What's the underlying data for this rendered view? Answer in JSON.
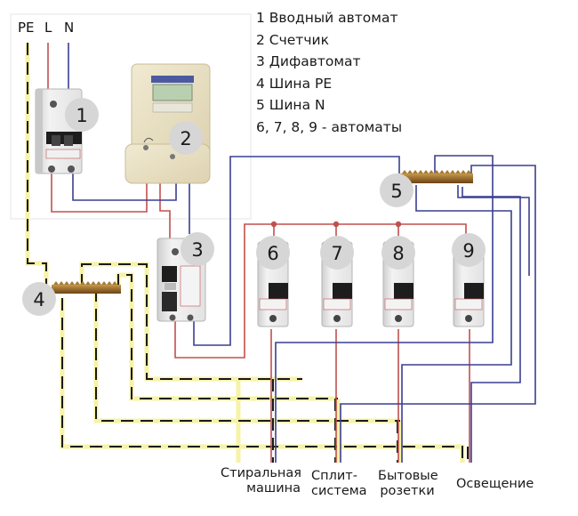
{
  "legend": [
    "1 Вводный автомат",
    "2 Счетчик",
    "3 Дифавтомат",
    "4 Шина PE",
    "5 Шина N",
    "6, 7, 8, 9 - автоматы"
  ],
  "input_wires": {
    "pe": "PE",
    "l": "L",
    "n": "N"
  },
  "components": [
    {
      "number": "1",
      "type": "input-breaker"
    },
    {
      "number": "2",
      "type": "electricity-meter"
    },
    {
      "number": "3",
      "type": "rcbo"
    },
    {
      "number": "4",
      "type": "pe-bus"
    },
    {
      "number": "5",
      "type": "n-bus"
    },
    {
      "number": "6",
      "type": "breaker"
    },
    {
      "number": "7",
      "type": "breaker"
    },
    {
      "number": "8",
      "type": "breaker"
    },
    {
      "number": "9",
      "type": "breaker"
    }
  ],
  "consumers": [
    {
      "line1": "Стиральная",
      "line2": "машина"
    },
    {
      "line1": "Сплит-",
      "line2": "система"
    },
    {
      "line1": "Бытовые",
      "line2": "розетки"
    },
    {
      "line1": "Освещение",
      "line2": ""
    }
  ],
  "colors": {
    "phase": "#c0504d",
    "neutral": "#3a3f8f",
    "pe_dash": "#1a1a1a",
    "pe_glow": "#f5f2a0",
    "badge": "#d6d6d6",
    "bus": "#8a5a1e"
  }
}
